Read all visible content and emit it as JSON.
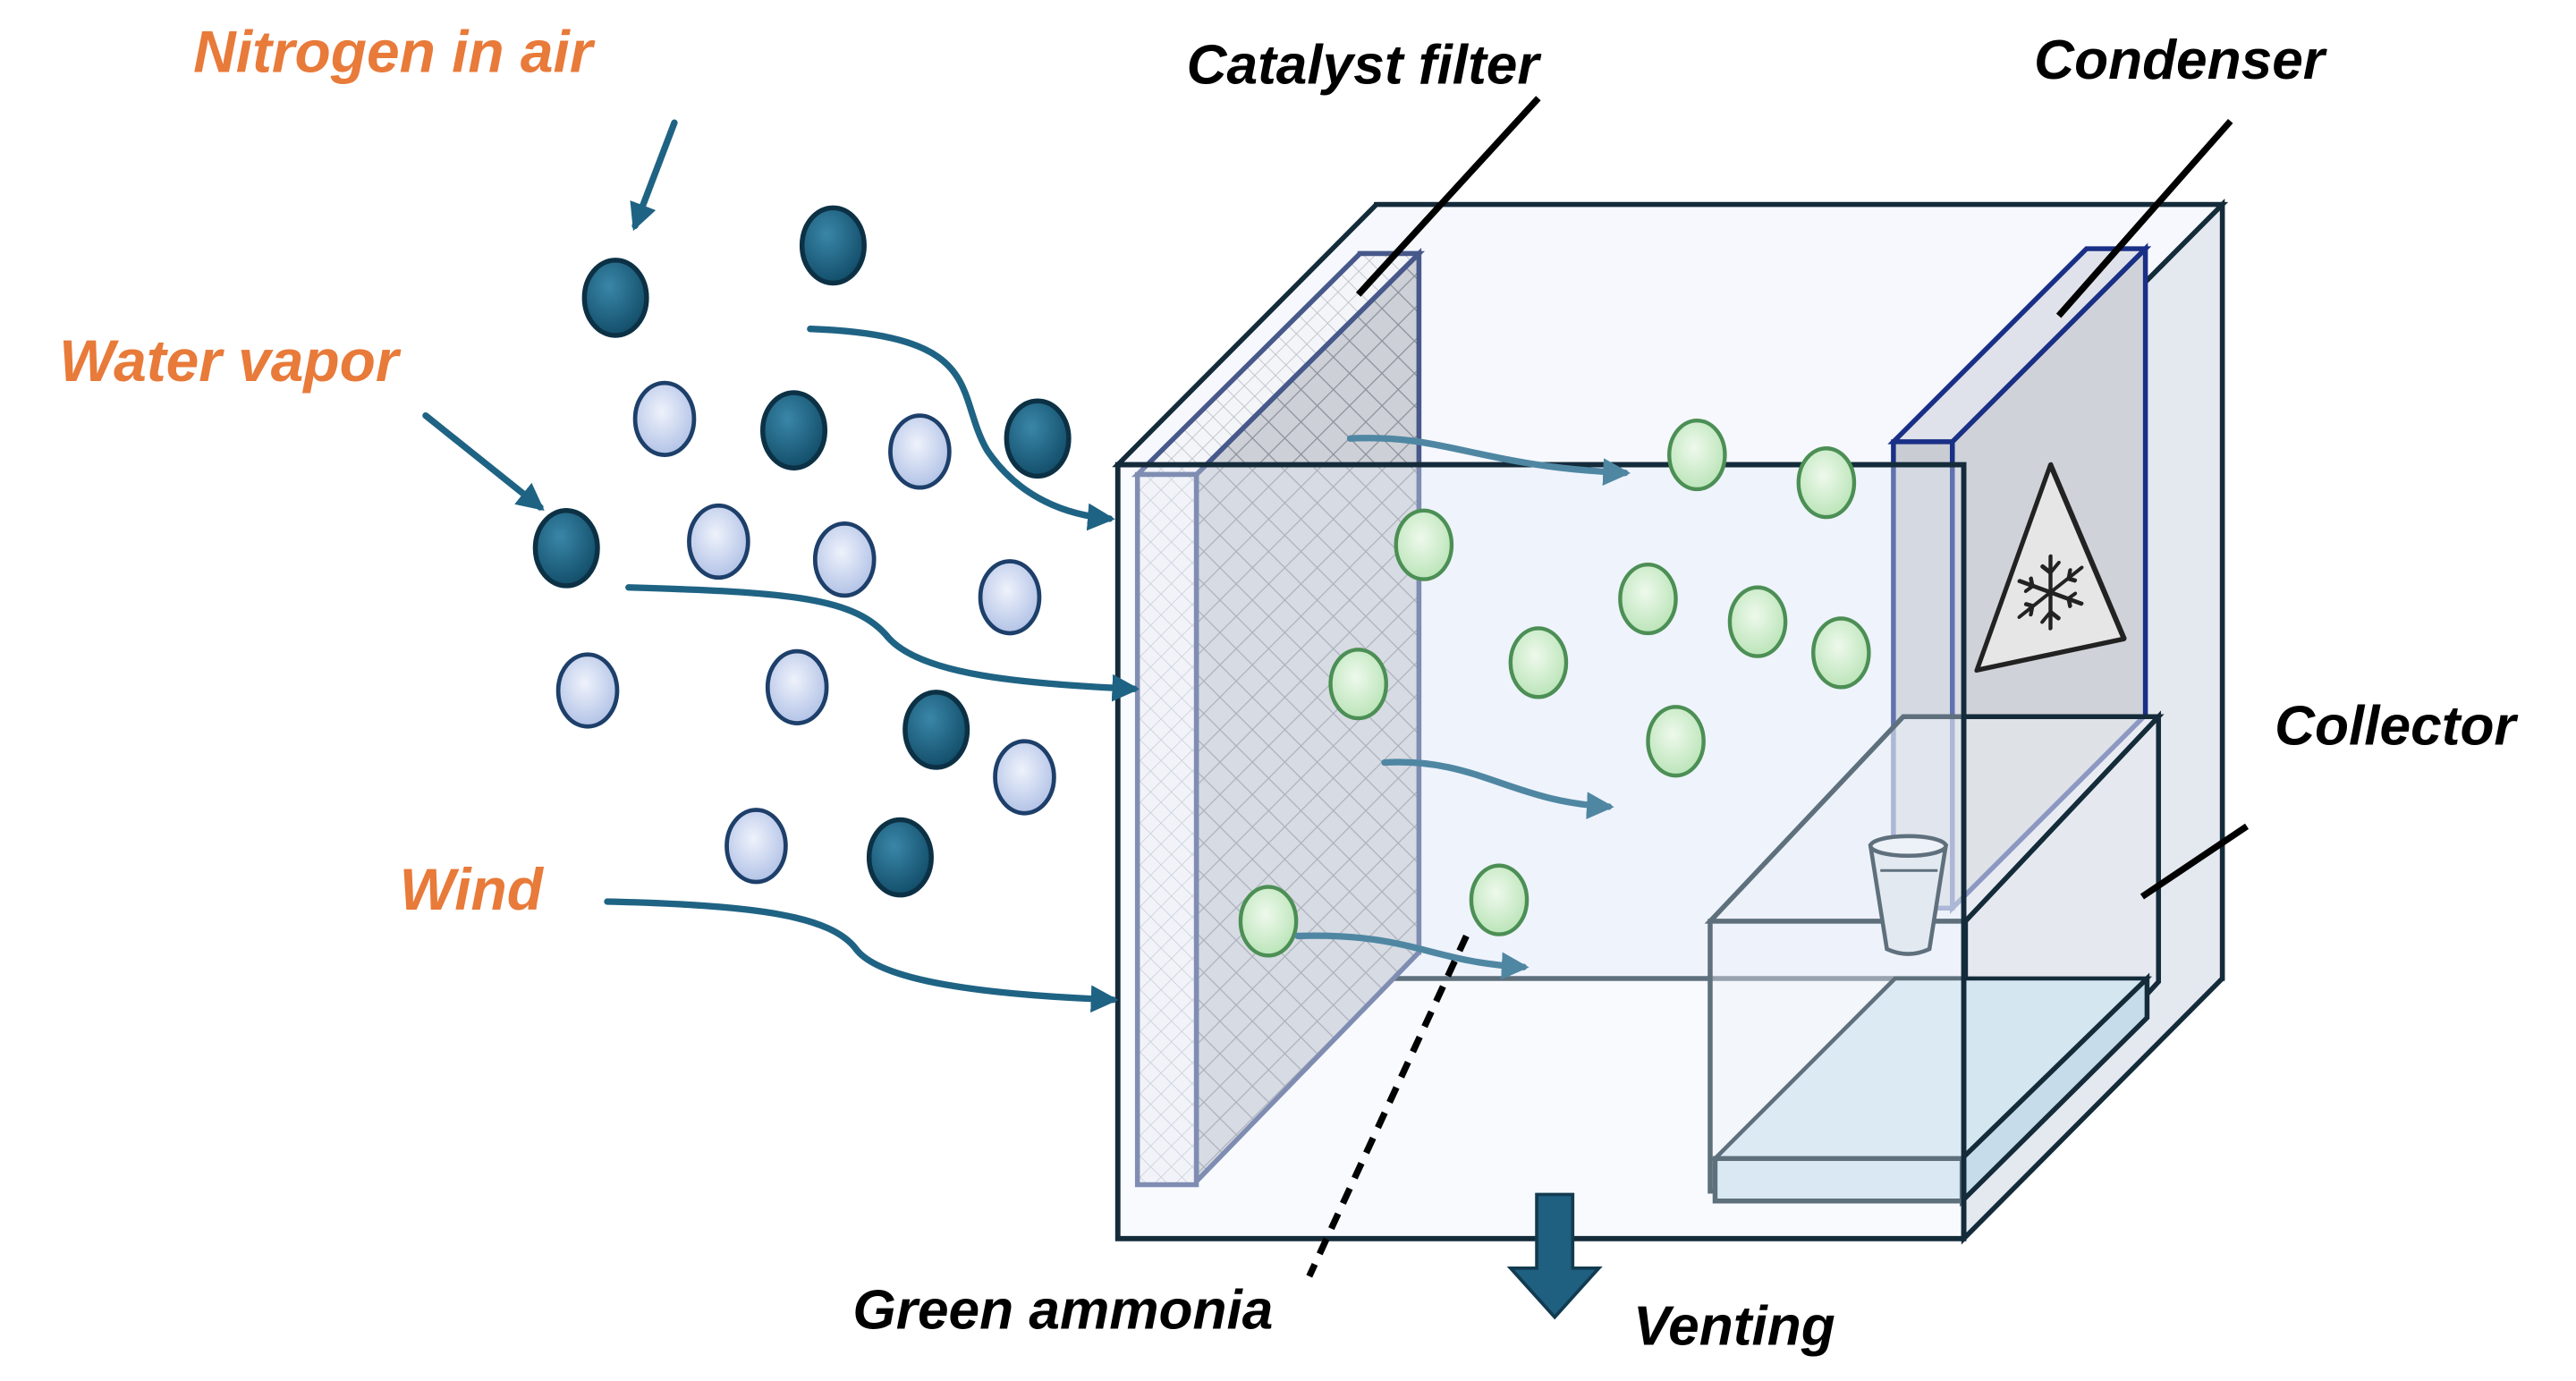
{
  "labels": {
    "nitrogen": "Nitrogen in air",
    "water": "Water vapor",
    "wind": "Wind",
    "catalyst": "Catalyst filter",
    "condenser": "Condenser",
    "collector": "Collector",
    "ammonia": "Green ammonia",
    "venting": "Venting"
  },
  "colors": {
    "label_orange": "#e87a3a",
    "arrow_teal": "#1f6384",
    "nitrogen_fill": "#195a78",
    "water_fill": "#c5d2ee",
    "ammonia_fill": "#cfedcc",
    "box_edge": "#142b3a",
    "condenser_edge": "#1a2f86"
  },
  "icons": {
    "hazard": "snowflake-warning-triangle-icon",
    "vent_arrow": "down-arrow-icon"
  }
}
